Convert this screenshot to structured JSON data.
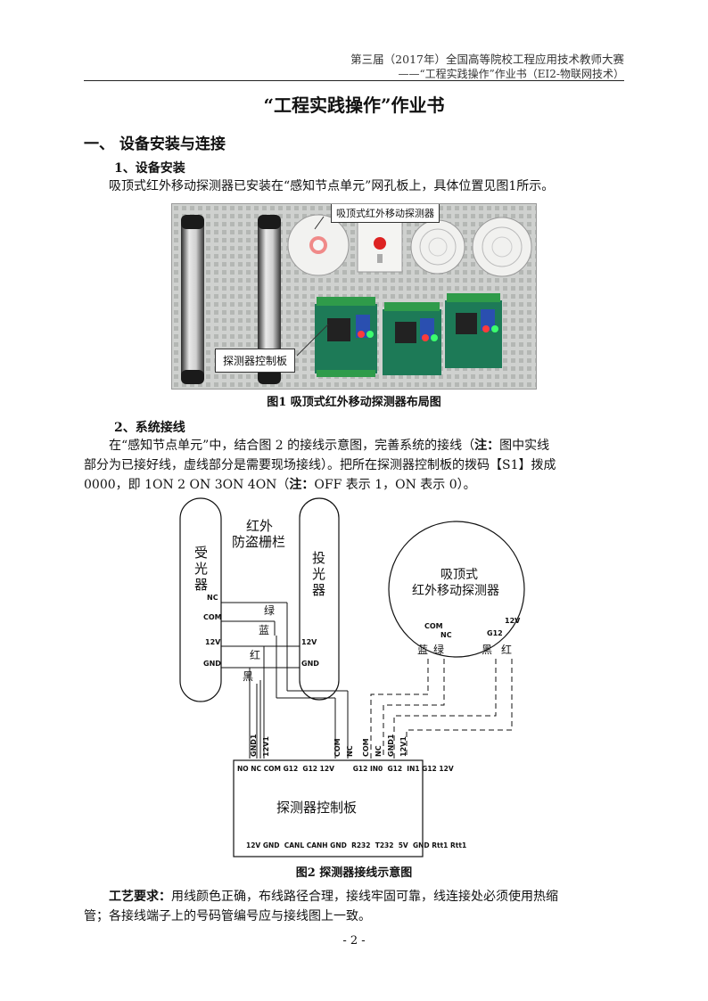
{
  "header": {
    "line1": "第三届（2017年）全国高等院校工程应用技术教师大赛",
    "line2": "——“工程实践操作”作业书（EI2-物联网技术）"
  },
  "doc_title": "“工程实践操作”作业书",
  "section1": {
    "heading": "一、 设备安装与连接",
    "sub1": {
      "heading": "1、设备安装",
      "para": "吸顶式红外移动探测器已安装在“感知节点单元”网孔板上，具体位置见图1所示。",
      "figure": {
        "callout_top": "吸顶式红外移动探测器",
        "callout_bottom": "探测器控制板",
        "caption": "图1  吸顶式红外移动探测器布局图"
      }
    },
    "sub2": {
      "heading": "2、系统接线",
      "para_line1": "在“感知节点单元”中，结合图 2 的接线示意图，完善系统的接线（",
      "note1": "注：",
      "para_line1b": "图中实线",
      "para_line2": "部分为已接好线，虚线部分是需要现场接线）。把所在探测器控制板的拨码【S1】拨成",
      "para_line3a": "0000，即 1ON 2 ON 3ON 4ON（",
      "note2": "注：",
      "para_line3b": "OFF 表示 1，ON 表示 0）。",
      "diagram": {
        "receiver": [
          "受",
          "光",
          "器"
        ],
        "transmitter": [
          "投",
          "光",
          "器"
        ],
        "fence_line1": "红外",
        "fence_line2": "防盗栅栏",
        "detector_line1": "吸顶式",
        "detector_line2": "红外移动探测器",
        "rx_pins": [
          "NC",
          "COM",
          "12V",
          "GND"
        ],
        "tx_pins": [
          "12V",
          "GND"
        ],
        "wire_colors_left": [
          "绿",
          "蓝",
          "红",
          "黑"
        ],
        "det_pins": [
          "COM",
          "NC",
          "G12",
          "12V"
        ],
        "det_wire_colors": [
          "蓝",
          "绿",
          "黑",
          "红"
        ],
        "board_vertical_labels": [
          "GND1",
          "12V1",
          "COM",
          "NC",
          "COM",
          "NC",
          "GND1",
          "12V1"
        ],
        "board_top_pins": "NO NC COM G12  G12 12V        G12 IN0  G12  IN1 G12 12V",
        "board_name": "探测器控制板",
        "board_bottom_pins": "12V GND  CANL CANH GND  R232  T232  5V  GND Rtt1 Rtt1",
        "caption": "图2  探测器接线示意图"
      }
    },
    "craft": {
      "label": "工艺要求：",
      "line1": "用线颜色正确，布线路径合理，接线牢固可靠，线连接处必须使用热缩",
      "line2": "管；各接线端子上的号码管编号应与接线图上一致。"
    }
  },
  "page_number": "- 2 -"
}
